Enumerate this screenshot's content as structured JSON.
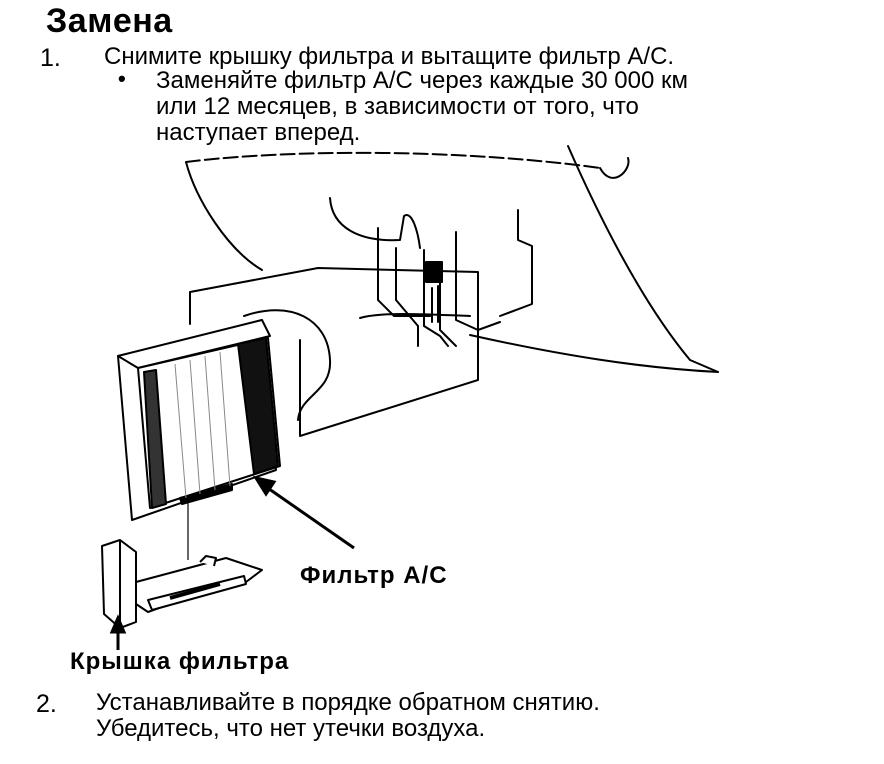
{
  "title": "Замена",
  "step1": {
    "number": "1.",
    "text": "Снимите крышку фильтра и вытащите фильтр А/С.",
    "bullet_symbol": "•",
    "bullet_lines": [
      "Заменяйте фильтр А/С через каждые 30 000 км",
      "или 12 месяцев, в зависимости от того, что",
      "наступает вперед."
    ]
  },
  "figure": {
    "label_filter": "Фильтр А/С",
    "label_cover": "Крышка фильтра"
  },
  "step2": {
    "number": "2.",
    "lines": [
      "Устанавливайте в порядке обратном снятию.",
      "Убедитесь, что нет  утечки воздуха."
    ]
  }
}
